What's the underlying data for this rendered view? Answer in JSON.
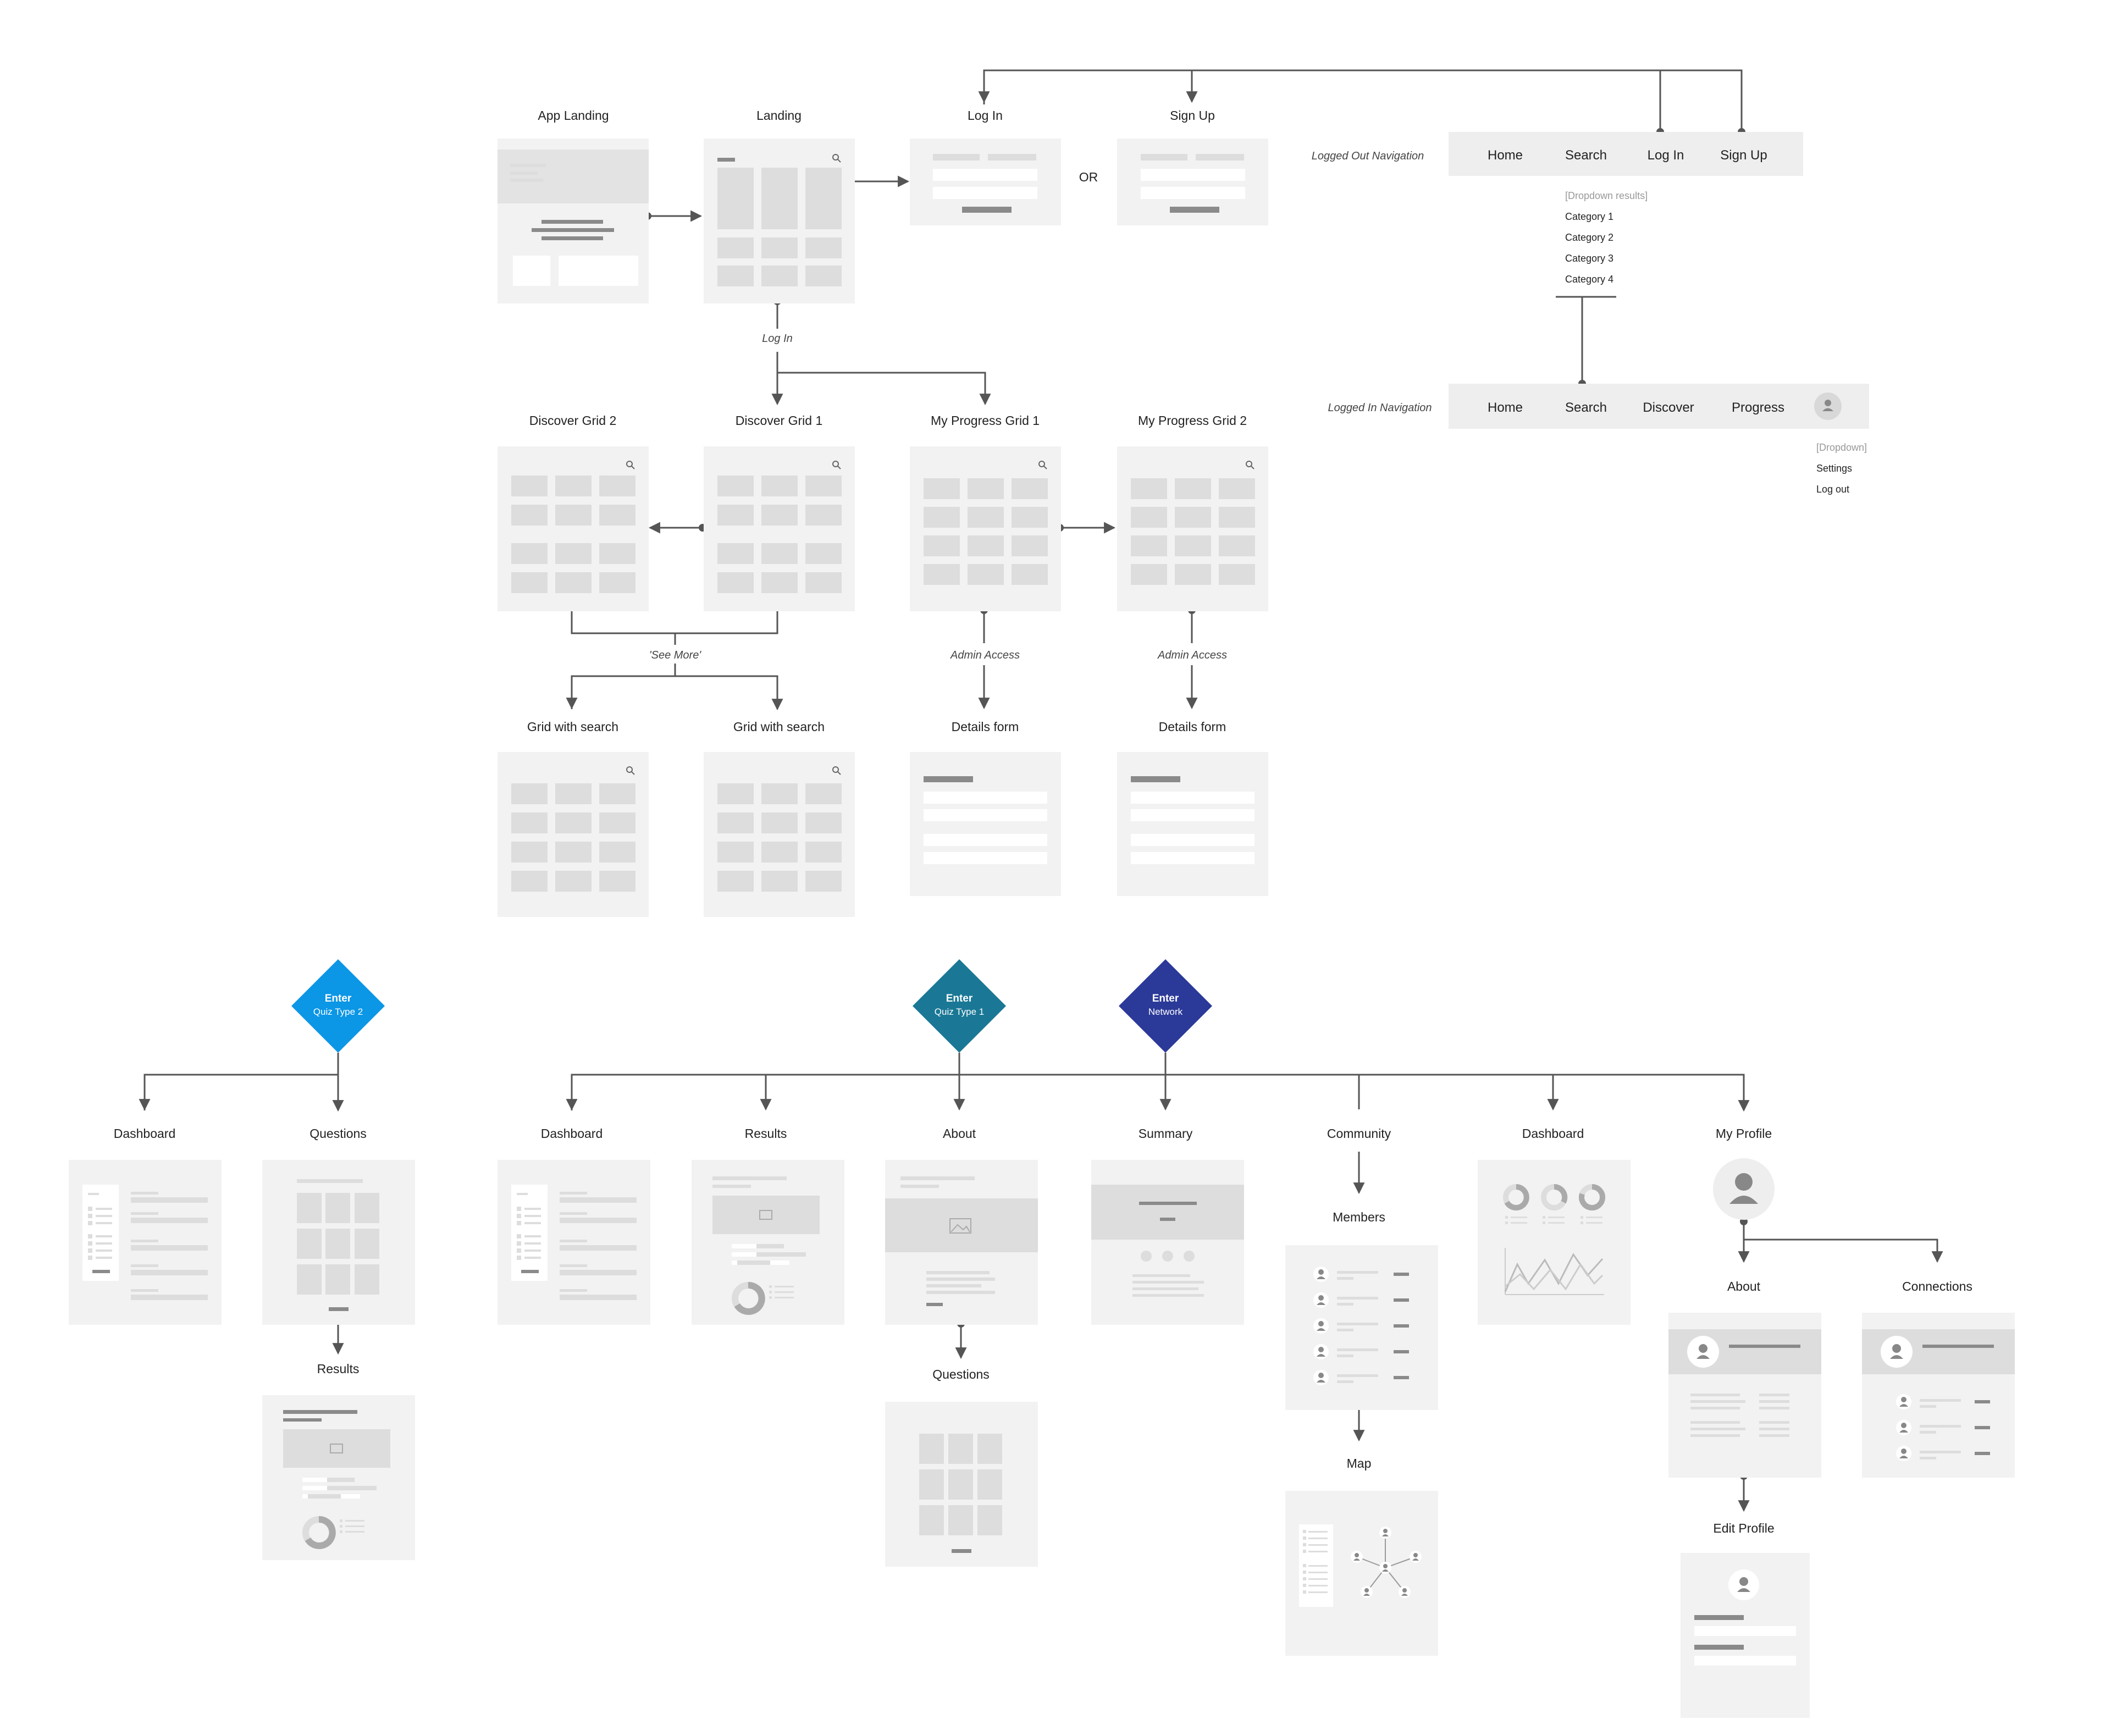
{
  "screens": {
    "app_landing": "App Landing",
    "landing": "Landing",
    "log_in": "Log In",
    "sign_up": "Sign Up",
    "or": "OR",
    "log_in_edge": "Log In",
    "discover_grid_2": "Discover Grid 2",
    "discover_grid_1": "Discover Grid 1",
    "my_progress_grid_1": "My Progress Grid 1",
    "my_progress_grid_2": "My Progress Grid 2",
    "see_more": "'See More'",
    "admin_access": "Admin Access",
    "grid_with_search": "Grid with search",
    "details_form": "Details form"
  },
  "nav_logged_out": {
    "caption": "Logged Out Navigation",
    "items": [
      "Home",
      "Search",
      "Log In",
      "Sign Up"
    ],
    "dropdown_header": "[Dropdown results]",
    "dropdown_items": [
      "Category 1",
      "Category 2",
      "Category 3",
      "Category 4"
    ]
  },
  "nav_logged_in": {
    "caption": "Logged In Navigation",
    "items": [
      "Home",
      "Search",
      "Discover",
      "Progress"
    ],
    "dropdown_header": "[Dropdown]",
    "dropdown_items": [
      "Settings",
      "Log out"
    ]
  },
  "decisions": [
    {
      "title": "Enter",
      "subtitle": "Quiz Type 2",
      "color": "#0b96e6"
    },
    {
      "title": "Enter",
      "subtitle": "Quiz Type 1",
      "color": "#1a7896"
    },
    {
      "title": "Enter",
      "subtitle": "Network",
      "color": "#2b3a99"
    }
  ],
  "quiz2": {
    "dashboard": "Dashboard",
    "questions": "Questions",
    "results": "Results"
  },
  "quiz1": {
    "dashboard": "Dashboard",
    "results": "Results",
    "about": "About",
    "questions": "Questions"
  },
  "network": {
    "summary": "Summary",
    "community": "Community",
    "dashboard": "Dashboard",
    "my_profile": "My Profile",
    "members": "Members",
    "map": "Map",
    "about": "About",
    "connections": "Connections",
    "edit_profile": "Edit Profile"
  }
}
